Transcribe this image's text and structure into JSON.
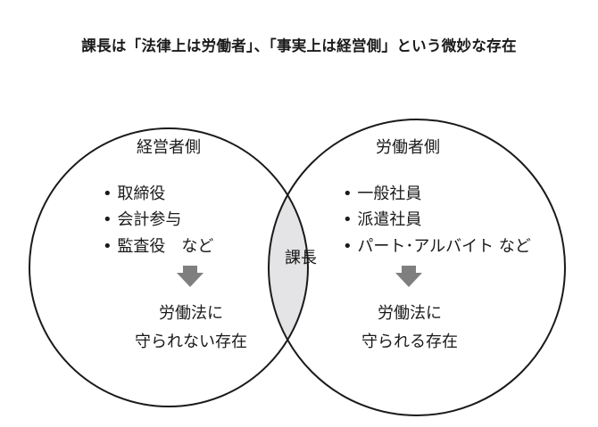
{
  "title": "課長は「法律上は労働者」、「事実上は経営側」という微妙な存在",
  "left_circle": {
    "heading": "経営者側",
    "items": [
      "• 取締役",
      "• 会計参与",
      "• 監査役　など"
    ],
    "result_line1": "労働法に",
    "result_line2": "守られない存在"
  },
  "right_circle": {
    "heading": "労働者側",
    "items": [
      "• 一般社員",
      "• 派遣社員",
      "• パート･アルバイト など"
    ],
    "result_line1": "労働法に",
    "result_line2": "守られる存在"
  },
  "overlap": {
    "label": "課長"
  },
  "colors": {
    "overlap_fill": "#e4e4e6",
    "arrow": "#7f7f7f",
    "stroke": "#1a1a1a"
  }
}
